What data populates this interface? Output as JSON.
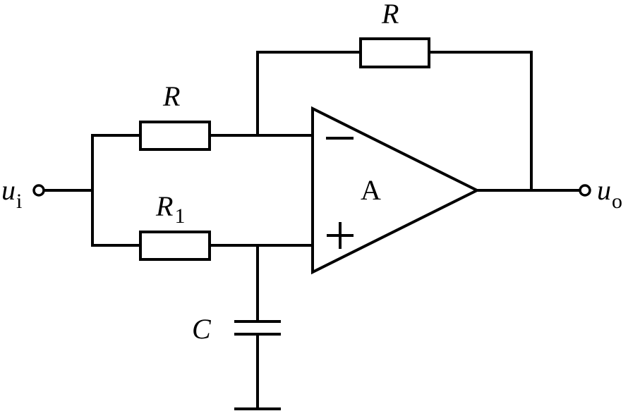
{
  "labels": {
    "input_voltage": "u",
    "input_subscript": "i",
    "output_voltage": "u",
    "output_subscript": "o",
    "resistor_input": "R",
    "resistor_feedback": "R",
    "resistor_1": "R",
    "resistor_1_subscript": "1",
    "capacitor": "C",
    "opamp": "A",
    "inverting_sign": "−",
    "noninverting_sign": "+"
  }
}
